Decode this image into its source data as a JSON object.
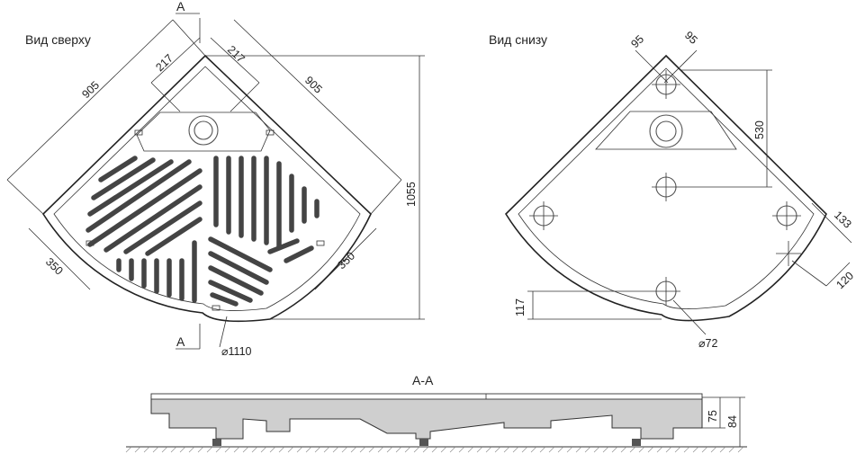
{
  "views": {
    "top_title": "Вид сверху",
    "bottom_title": "Вид снизу",
    "section_title": "А-А"
  },
  "top_view": {
    "section_mark": "А",
    "dim_side_left": "905",
    "dim_side_right": "905",
    "dim_217_left": "217",
    "dim_217_right": "217",
    "dim_height": "1055",
    "dim_350_left": "350",
    "dim_350_right": "350",
    "dim_diameter": "⌀1110"
  },
  "bottom_view": {
    "dim_95_left": "95",
    "dim_95_right": "95",
    "dim_530": "530",
    "dim_133": "133",
    "dim_120": "120",
    "dim_117": "117",
    "dim_hole": "⌀72"
  },
  "section_view": {
    "dim_75": "75",
    "dim_84": "84"
  }
}
